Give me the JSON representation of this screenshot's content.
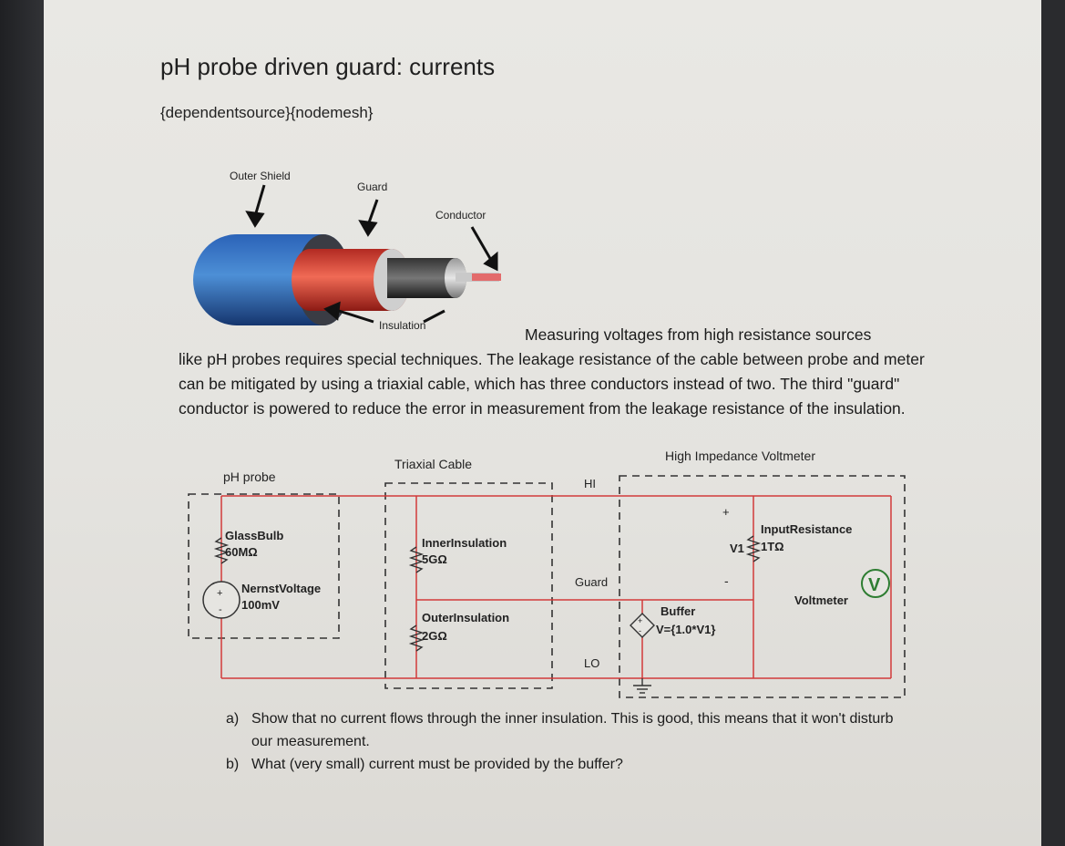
{
  "page": {
    "title": "pH probe driven guard: currents",
    "tags": "{dependentsource}{nodemesh}",
    "intro_first": "Measuring voltages from high resistance sources",
    "intro_rest": "like pH probes requires special techniques. The leakage resistance of the cable between probe and meter can be mitigated by using a triaxial cable, which has three conductors instead of two. The third \"guard\" conductor is powered to reduce the error in measurement from the leakage resistance of the insulation."
  },
  "cable_figure": {
    "outer_shield": "Outer Shield",
    "guard": "Guard",
    "conductor": "Conductor",
    "insulation": "Insulation"
  },
  "circuit": {
    "ph_probe": "pH probe",
    "triaxial_cable": "Triaxial Cable",
    "voltmeter_box": "High Impedance Voltmeter",
    "hi": "HI",
    "lo": "LO",
    "guard": "Guard",
    "glass_bulb_name": "GlassBulb",
    "glass_bulb_value": "60MΩ",
    "nernst_name": "NernstVoltage",
    "nernst_value": "100mV",
    "inner_name": "InnerInsulation",
    "inner_value": "5GΩ",
    "outer_name": "OuterInsulation",
    "outer_value": "2GΩ",
    "buffer_name": "Buffer",
    "buffer_expr": "V={1.0*V1}",
    "v1_label": "V1",
    "plus": "+",
    "minus": "-",
    "input_res_name": "InputResistance",
    "input_res_value": "1TΩ",
    "voltmeter_name": "Voltmeter",
    "voltmeter_symbol": "V",
    "src_plus": "+",
    "src_minus": "-"
  },
  "questions": [
    {
      "letter": "a)",
      "text": "Show that no current flows through the inner insulation. This is good, this means that it won't disturb our measurement."
    },
    {
      "letter": "b)",
      "text": "What (very small) current must be provided by the buffer?"
    }
  ]
}
